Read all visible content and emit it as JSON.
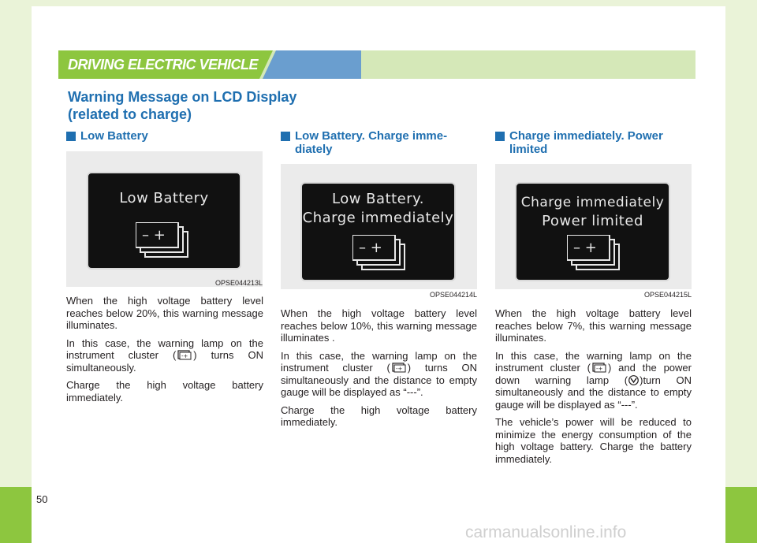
{
  "header": {
    "title": "DRIVING ELECTRIC VEHICLE",
    "green": "#8dc63f",
    "blue": "#6a9ecf",
    "light": "#d5e8b8"
  },
  "section": {
    "line1": "Warning Message on LCD Display",
    "line2": "(related to charge)"
  },
  "columns": [
    {
      "heading_line1": "Low Battery",
      "heading_line2": "",
      "lcd_line1": "Low Battery",
      "lcd_line2": "",
      "fig_code": "OPSE044213L",
      "paragraphs": [
        "When the high voltage battery level reaches below 20%, this warning message illuminates.",
        "In this case, the warning lamp on the instrument cluster (",
        ") turns ON simultaneously.",
        "Charge the high voltage battery immediately."
      ]
    },
    {
      "heading_line1": "Low Battery. Charge imme-",
      "heading_line2": "diately",
      "lcd_line1": "Low Battery.",
      "lcd_line2": "Charge immediately",
      "fig_code": "OPSE044214L",
      "paragraphs": [
        "When the high voltage battery level reaches below 10%, this warning message illuminates .",
        "In this case, the warning lamp on the instrument cluster (",
        ") turns ON simultaneously and the distance to empty gauge will be displayed as “---”.",
        "Charge the high voltage battery immediately."
      ]
    },
    {
      "heading_line1": "Charge immediately. Power",
      "heading_line2": "limited",
      "lcd_line1": "Charge immediately",
      "lcd_line2": "Power limited",
      "fig_code": "OPSE044215L",
      "paragraphs": [
        "When the high voltage battery level reaches below 7%, this warning message illuminates.",
        "In this case, the warning lamp on the instrument cluster (",
        ") and the power down warning lamp (",
        ")turn ON simultaneously and the distance to empty gauge will be displayed as “---”.",
        "The vehicle’s power will be reduced to minimize the energy consumption of the high voltage battery. Charge the battery immediately."
      ]
    }
  ],
  "page_number": "50",
  "watermark": "carmanualsonline.info"
}
